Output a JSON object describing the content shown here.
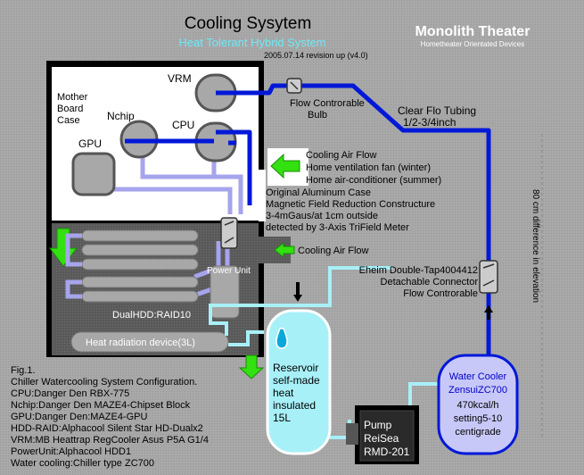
{
  "header": {
    "title": "Cooling Sysytem",
    "subtitle": "Heat Tolerant Hybrid System",
    "revision": "2005.07.14 revision up (v4.0)",
    "brand": "Monolith Theater",
    "brand_tagline": "Hometheater Orientated Devices"
  },
  "case": {
    "label_lines": [
      "Mother",
      "Board",
      "Case"
    ],
    "vrm": "VRM",
    "nchip": "Nchip",
    "cpu": "CPU",
    "gpu": "GPU"
  },
  "airflow_top": {
    "lines": [
      "Cooling Air Flow",
      "Home ventilation fan (winter)",
      "Home air-conditioner (summer)"
    ]
  },
  "aluminum_case": {
    "lines": [
      "Original Aluminum Case",
      "Magnetic Field Reduction Constructure",
      "3-4mGaus/at 1cm outside",
      "detected by 3-Axis TriField Meter"
    ]
  },
  "airflow_mid": "Cooling Air Flow",
  "flow_bulb": [
    "Flow Controrable",
    "Bulb"
  ],
  "tubing": [
    "Clear Flo Tubing",
    "1/2-3/4inch"
  ],
  "connector": [
    "Eheim Double-Tap4004412",
    "Detachable Connector",
    "Flow Controrable"
  ],
  "elevation": "80 cm difference in elevation",
  "power_unit": "Power Unit",
  "hdd": "DualHDD:RAID10",
  "radiator": "Heat radiation device(3L)",
  "reservoir": [
    "Reservoir",
    "self-made",
    "heat",
    "insulated",
    "15L"
  ],
  "pump": [
    "Pump",
    "ReiSea",
    "RMD-201"
  ],
  "cooler": [
    "Water Cooler",
    "ZensuiZC700",
    "470kcal/h",
    "setting5-10",
    "centigrade"
  ],
  "legend": [
    "Fig.1.",
    "Chiller Watercooling System Configuration.",
    "CPU:Danger Den RBX-775",
    "Nchip:Danger Den MAZE4-Chipset Block",
    "GPU:Danger Den:MAZE4-GPU",
    "HDD-RAID:Alphacool Silent Star HD-Dualx2",
    "VRM:MB Heattrap RegCooler Asus P5A G1/4",
    "PowerUnit:Alphacool HDD1",
    "Water cooling:Chiller type ZC700"
  ],
  "colors": {
    "background": "#a8a8a8",
    "pipe_blue": "#0018d8",
    "pipe_lilac": "#a6a4ec",
    "pipe_cyan": "#a8f0f8",
    "arrow_green": "#33e010",
    "subtitle_cyan": "#6ee8f8",
    "reservoir_cyan": "#a8f0f8",
    "cooler_blue": "#c8c8f8"
  }
}
